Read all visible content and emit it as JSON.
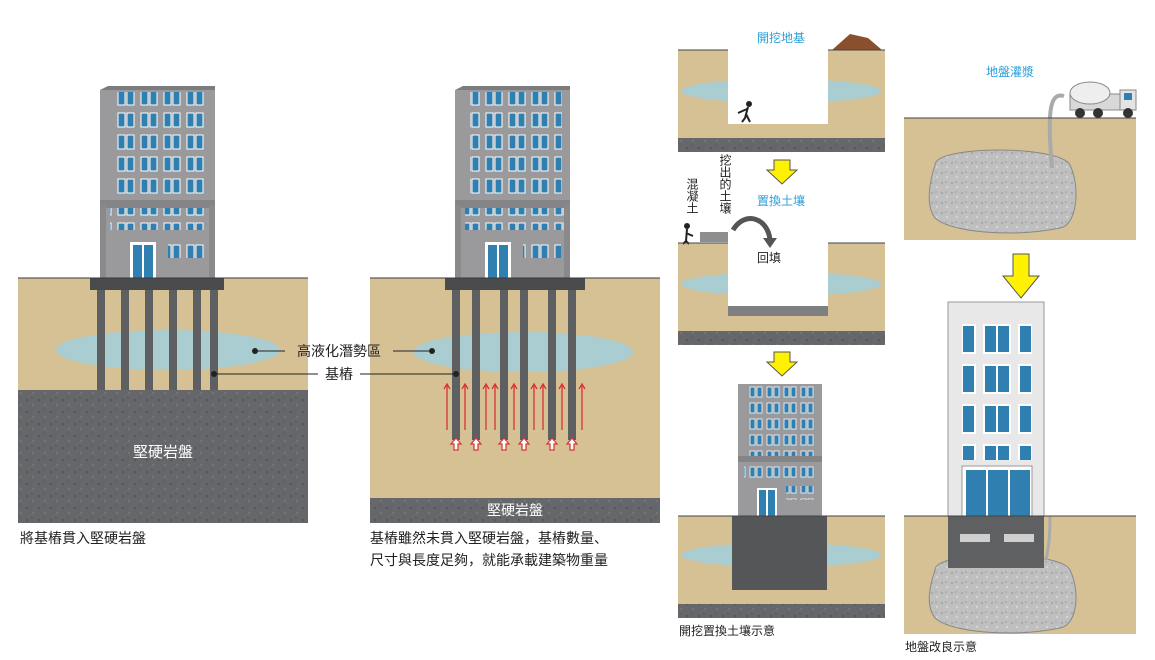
{
  "panel1": {
    "rock_label": "堅硬岩盤",
    "caption": "將基樁貫入堅硬岩盤"
  },
  "panel2": {
    "liquefaction_label": "高液化潛勢區",
    "pile_label": "基樁",
    "rock_label": "堅硬岩盤",
    "caption_line1": "基樁雖然未貫入堅硬岩盤，基樁數量、",
    "caption_line2": "尺寸與長度足夠，就能承載建築物重量"
  },
  "panel3": {
    "step1_label": "開挖地基",
    "step2_label": "置換土壤",
    "excavated_soil_label": "挖出的土壤",
    "concrete_label": "混凝土",
    "backfill_label": "回填",
    "caption": "開挖置換土壤示意"
  },
  "panel4": {
    "grouting_label": "地盤灌漿",
    "caption": "地盤改良示意"
  },
  "colors": {
    "soil": "#d6c195",
    "water": "#a9cdd0",
    "rock": "#68696a",
    "rock_band": "#5e5f60",
    "building": "#9a9a9c",
    "window": "#2f7fb1",
    "arrow": "#fff200",
    "label_blue": "#2aa0d8",
    "force_arrow": "#d83232"
  }
}
